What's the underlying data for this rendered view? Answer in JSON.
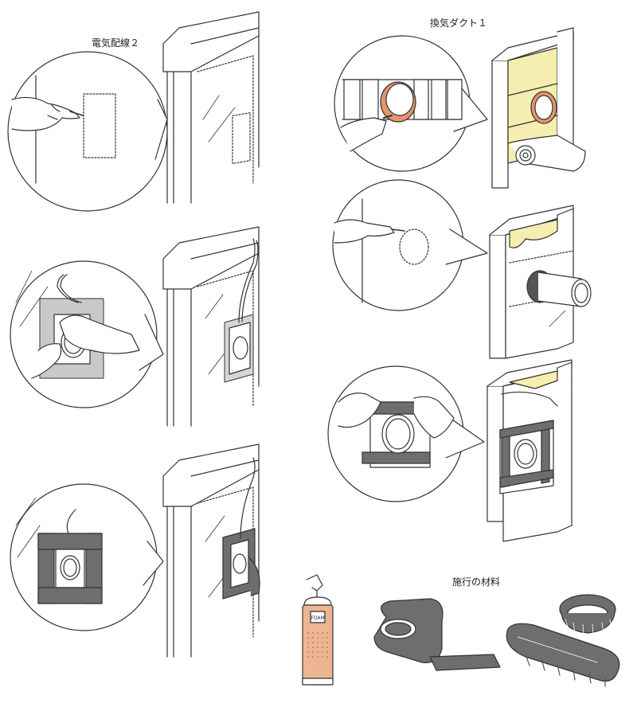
{
  "sections": {
    "electrical": {
      "title": "電気配線２"
    },
    "duct": {
      "title": "換気ダクト１"
    },
    "materials": {
      "title": "施行の材料",
      "foam_can_label": "FOAM"
    }
  },
  "colors": {
    "line": "#333333",
    "cream": "#f6eeb0",
    "orange": "#e4956a",
    "tape": "#6e6e6e",
    "tape_light": "#bdbdbd",
    "can": "#eeb592"
  }
}
